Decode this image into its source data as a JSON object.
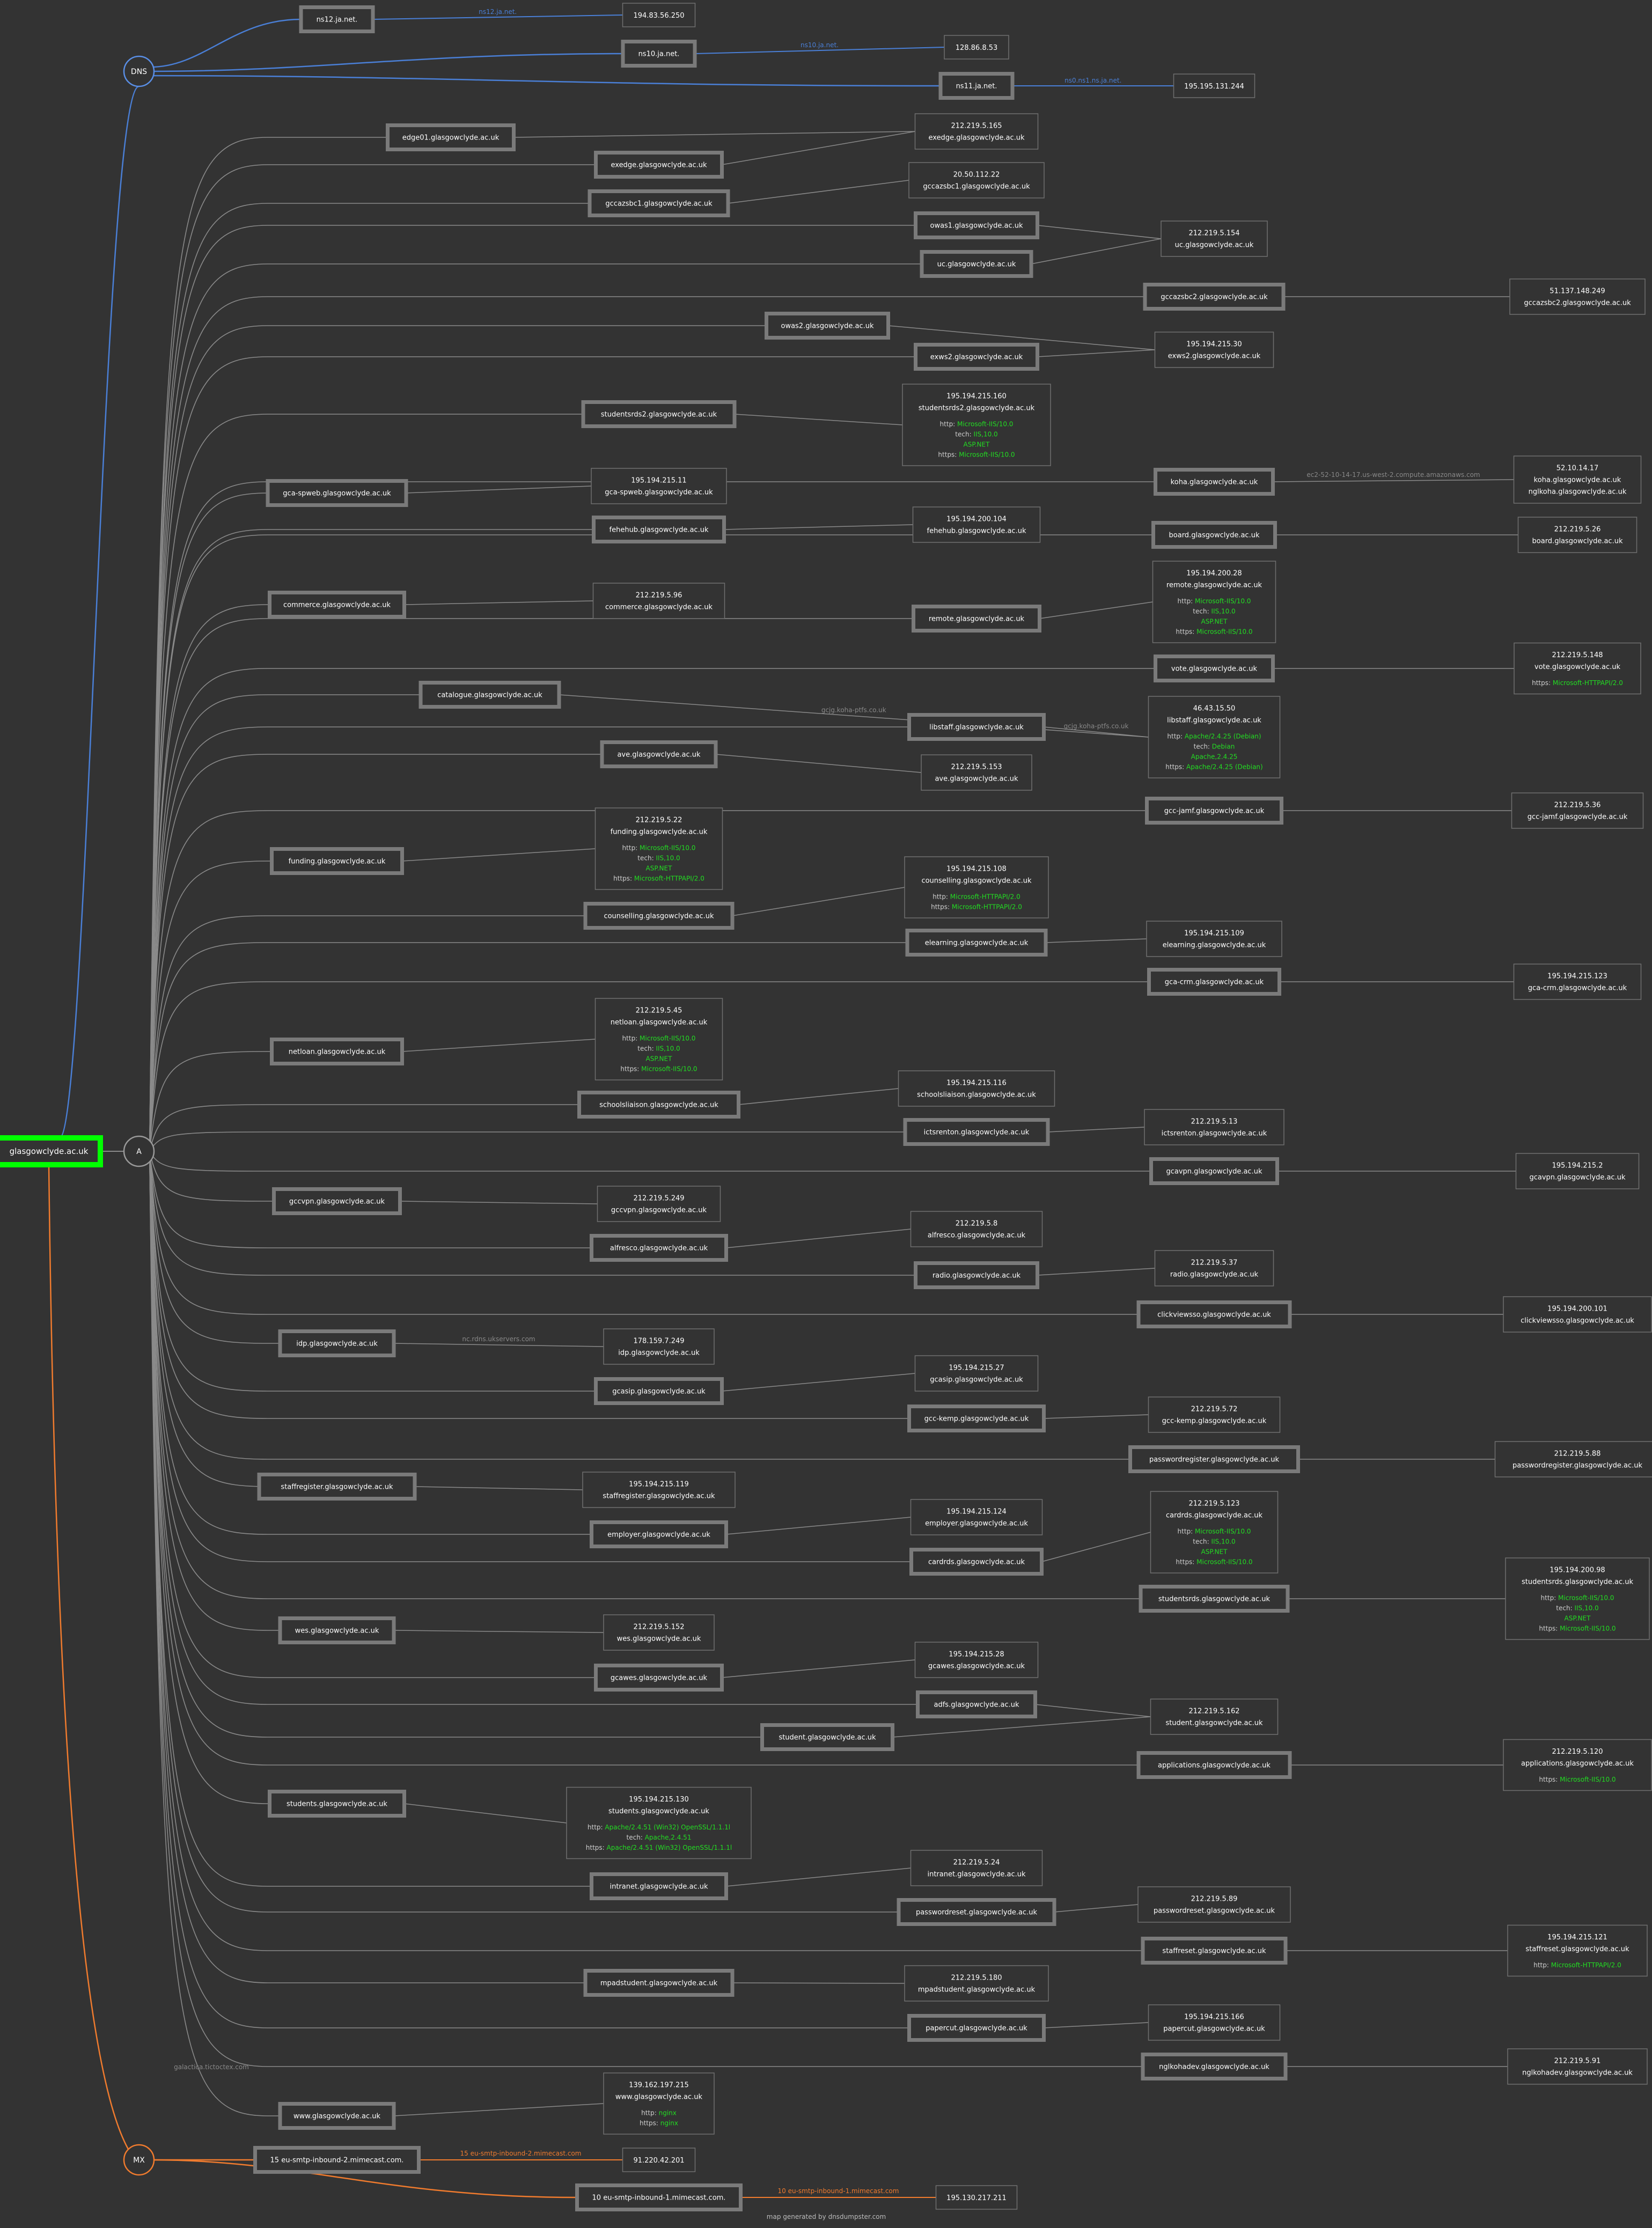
{
  "root": {
    "label": "glasgowclyde.ac.uk"
  },
  "hubs": {
    "dns": "DNS",
    "a": "A",
    "mx": "MX"
  },
  "footer": "map generated by dnsdumpster.com",
  "colors": {
    "background": "#333333",
    "root_border": "#00ff00",
    "dns_edges": "#4a7fd6",
    "mx_edges": "#f07b2e",
    "a_edges": "#8a8a8a",
    "box_border": "#777777",
    "banner_text": "#22dd22",
    "edge_label": "#888888"
  },
  "nameservers": [
    {
      "host": "ns12.ja.net.",
      "edge": "ns12.ja.net.",
      "ip": "194.83.56.250"
    },
    {
      "host": "ns10.ja.net.",
      "edge": "ns10.ja.net.",
      "ip": "128.86.8.53"
    },
    {
      "host": "ns11.ja.net.",
      "edge": "ns0.ns1.ns.ja.net.",
      "ip": "195.195.131.244"
    }
  ],
  "mail": [
    {
      "host": "15 eu-smtp-inbound-2.mimecast.com.",
      "edge": "15 eu-smtp-inbound-2.mimecast.com",
      "ip": "91.220.42.201"
    },
    {
      "host": "10 eu-smtp-inbound-1.mimecast.com.",
      "edge": "10 eu-smtp-inbound-1.mimecast.com",
      "ip": "195.130.217.211"
    }
  ],
  "edge_labels": {
    "koha": "ec2-52-10-14-17.us-west-2.compute.amazonaws.com",
    "catalogue": "gcjg.koha-ptfs.co.uk",
    "libstaff": "gcjg.koha-ptfs.co.uk",
    "idp": "nc.rdns.ukservers.com",
    "galactica": "galactica.tictoctex.com"
  },
  "hosts": [
    {
      "id": "edge01",
      "label": "edge01.glasgowclyde.ac.uk"
    },
    {
      "id": "exedge",
      "label": "exedge.glasgowclyde.ac.uk"
    },
    {
      "id": "gccazsbc1",
      "label": "gccazsbc1.glasgowclyde.ac.uk"
    },
    {
      "id": "owas1",
      "label": "owas1.glasgowclyde.ac.uk"
    },
    {
      "id": "uc",
      "label": "uc.glasgowclyde.ac.uk"
    },
    {
      "id": "gccazsbc2",
      "label": "gccazsbc2.glasgowclyde.ac.uk"
    },
    {
      "id": "owas2",
      "label": "owas2.glasgowclyde.ac.uk"
    },
    {
      "id": "exws2",
      "label": "exws2.glasgowclyde.ac.uk"
    },
    {
      "id": "studentsrds2",
      "label": "studentsrds2.glasgowclyde.ac.uk"
    },
    {
      "id": "koha",
      "label": "koha.glasgowclyde.ac.uk"
    },
    {
      "id": "gcaspweb",
      "label": "gca-spweb.glasgowclyde.ac.uk"
    },
    {
      "id": "fehehub",
      "label": "fehehub.glasgowclyde.ac.uk"
    },
    {
      "id": "board",
      "label": "board.glasgowclyde.ac.uk"
    },
    {
      "id": "commerce",
      "label": "commerce.glasgowclyde.ac.uk"
    },
    {
      "id": "remote",
      "label": "remote.glasgowclyde.ac.uk"
    },
    {
      "id": "vote",
      "label": "vote.glasgowclyde.ac.uk"
    },
    {
      "id": "catalogue",
      "label": "catalogue.glasgowclyde.ac.uk"
    },
    {
      "id": "libstaff",
      "label": "libstaff.glasgowclyde.ac.uk"
    },
    {
      "id": "ave",
      "label": "ave.glasgowclyde.ac.uk"
    },
    {
      "id": "gccjamf",
      "label": "gcc-jamf.glasgowclyde.ac.uk"
    },
    {
      "id": "funding",
      "label": "funding.glasgowclyde.ac.uk"
    },
    {
      "id": "counselling",
      "label": "counselling.glasgowclyde.ac.uk"
    },
    {
      "id": "elearning",
      "label": "elearning.glasgowclyde.ac.uk"
    },
    {
      "id": "gcacrm",
      "label": "gca-crm.glasgowclyde.ac.uk"
    },
    {
      "id": "netloan",
      "label": "netloan.glasgowclyde.ac.uk"
    },
    {
      "id": "schoolsliaison",
      "label": "schoolsliaison.glasgowclyde.ac.uk"
    },
    {
      "id": "ictsrenton",
      "label": "ictsrenton.glasgowclyde.ac.uk"
    },
    {
      "id": "gcavpn",
      "label": "gcavpn.glasgowclyde.ac.uk"
    },
    {
      "id": "gccvpn",
      "label": "gccvpn.glasgowclyde.ac.uk"
    },
    {
      "id": "alfresco",
      "label": "alfresco.glasgowclyde.ac.uk"
    },
    {
      "id": "radio",
      "label": "radio.glasgowclyde.ac.uk"
    },
    {
      "id": "clickviewsso",
      "label": "clickviewsso.glasgowclyde.ac.uk"
    },
    {
      "id": "idp",
      "label": "idp.glasgowclyde.ac.uk"
    },
    {
      "id": "gcasip",
      "label": "gcasip.glasgowclyde.ac.uk"
    },
    {
      "id": "gcckemp",
      "label": "gcc-kemp.glasgowclyde.ac.uk"
    },
    {
      "id": "passwordregister",
      "label": "passwordregister.glasgowclyde.ac.uk"
    },
    {
      "id": "staffregister",
      "label": "staffregister.glasgowclyde.ac.uk"
    },
    {
      "id": "employer",
      "label": "employer.glasgowclyde.ac.uk"
    },
    {
      "id": "cardrds",
      "label": "cardrds.glasgowclyde.ac.uk"
    },
    {
      "id": "studentsrds",
      "label": "studentsrds.glasgowclyde.ac.uk"
    },
    {
      "id": "wes",
      "label": "wes.glasgowclyde.ac.uk"
    },
    {
      "id": "gcawes",
      "label": "gcawes.glasgowclyde.ac.uk"
    },
    {
      "id": "adfs",
      "label": "adfs.glasgowclyde.ac.uk"
    },
    {
      "id": "student",
      "label": "student.glasgowclyde.ac.uk"
    },
    {
      "id": "applications",
      "label": "applications.glasgowclyde.ac.uk"
    },
    {
      "id": "students",
      "label": "students.glasgowclyde.ac.uk"
    },
    {
      "id": "intranet",
      "label": "intranet.glasgowclyde.ac.uk"
    },
    {
      "id": "passwordreset",
      "label": "passwordreset.glasgowclyde.ac.uk"
    },
    {
      "id": "staffreset",
      "label": "staffreset.glasgowclyde.ac.uk"
    },
    {
      "id": "mpadstudent",
      "label": "mpadstudent.glasgowclyde.ac.uk"
    },
    {
      "id": "papercut",
      "label": "papercut.glasgowclyde.ac.uk"
    },
    {
      "id": "nglkohadev",
      "label": "nglkohadev.glasgowclyde.ac.uk"
    },
    {
      "id": "www",
      "label": "www.glasgowclyde.ac.uk"
    }
  ],
  "ips": [
    {
      "id": "ip_exedge",
      "ip": "212.219.5.165",
      "name": "exedge.glasgowclyde.ac.uk"
    },
    {
      "id": "ip_gccazsbc1",
      "ip": "20.50.112.22",
      "name": "gccazsbc1.glasgowclyde.ac.uk"
    },
    {
      "id": "ip_uc",
      "ip": "212.219.5.154",
      "name": "uc.glasgowclyde.ac.uk"
    },
    {
      "id": "ip_gccazsbc2",
      "ip": "51.137.148.249",
      "name": "gccazsbc2.glasgowclyde.ac.uk"
    },
    {
      "id": "ip_exws2",
      "ip": "195.194.215.30",
      "name": "exws2.glasgowclyde.ac.uk"
    },
    {
      "id": "ip_studentsrds2",
      "ip": "195.194.215.160",
      "name": "studentsrds2.glasgowclyde.ac.uk",
      "banners": [
        {
          "k": "http:",
          "v": "Microsoft-IIS/10.0"
        },
        {
          "k": "tech:",
          "v": "IIS,10.0"
        },
        {
          "k": "",
          "v": "ASP.NET"
        },
        {
          "k": "https:",
          "v": "Microsoft-IIS/10.0"
        }
      ]
    },
    {
      "id": "ip_koha",
      "ip": "52.10.14.17",
      "name": "koha.glasgowclyde.ac.uk",
      "name2": "nglkoha.glasgowclyde.ac.uk"
    },
    {
      "id": "ip_gcaspweb",
      "ip": "195.194.215.11",
      "name": "gca-spweb.glasgowclyde.ac.uk"
    },
    {
      "id": "ip_fehehub",
      "ip": "195.194.200.104",
      "name": "fehehub.glasgowclyde.ac.uk"
    },
    {
      "id": "ip_board",
      "ip": "212.219.5.26",
      "name": "board.glasgowclyde.ac.uk"
    },
    {
      "id": "ip_commerce",
      "ip": "212.219.5.96",
      "name": "commerce.glasgowclyde.ac.uk"
    },
    {
      "id": "ip_remote",
      "ip": "195.194.200.28",
      "name": "remote.glasgowclyde.ac.uk",
      "banners": [
        {
          "k": "http:",
          "v": "Microsoft-IIS/10.0"
        },
        {
          "k": "tech:",
          "v": "IIS,10.0"
        },
        {
          "k": "",
          "v": "ASP.NET"
        },
        {
          "k": "https:",
          "v": "Microsoft-IIS/10.0"
        }
      ]
    },
    {
      "id": "ip_vote",
      "ip": "212.219.5.148",
      "name": "vote.glasgowclyde.ac.uk",
      "banners": [
        {
          "k": "https:",
          "v": "Microsoft-HTTPAPI/2.0"
        }
      ]
    },
    {
      "id": "ip_libstaff",
      "ip": "46.43.15.50",
      "name": "libstaff.glasgowclyde.ac.uk",
      "banners": [
        {
          "k": "http:",
          "v": "Apache/2.4.25 (Debian)"
        },
        {
          "k": "tech:",
          "v": "Debian"
        },
        {
          "k": "",
          "v": "Apache,2.4.25"
        },
        {
          "k": "https:",
          "v": "Apache/2.4.25 (Debian)"
        }
      ]
    },
    {
      "id": "ip_ave",
      "ip": "212.219.5.153",
      "name": "ave.glasgowclyde.ac.uk"
    },
    {
      "id": "ip_gccjamf",
      "ip": "212.219.5.36",
      "name": "gcc-jamf.glasgowclyde.ac.uk"
    },
    {
      "id": "ip_funding",
      "ip": "212.219.5.22",
      "name": "funding.glasgowclyde.ac.uk",
      "banners": [
        {
          "k": "http:",
          "v": "Microsoft-IIS/10.0"
        },
        {
          "k": "tech:",
          "v": "IIS,10.0"
        },
        {
          "k": "",
          "v": "ASP.NET"
        },
        {
          "k": "https:",
          "v": "Microsoft-HTTPAPI/2.0"
        }
      ]
    },
    {
      "id": "ip_counselling",
      "ip": "195.194.215.108",
      "name": "counselling.glasgowclyde.ac.uk",
      "banners": [
        {
          "k": "http:",
          "v": "Microsoft-HTTPAPI/2.0"
        },
        {
          "k": "https:",
          "v": "Microsoft-HTTPAPI/2.0"
        }
      ]
    },
    {
      "id": "ip_elearning",
      "ip": "195.194.215.109",
      "name": "elearning.glasgowclyde.ac.uk"
    },
    {
      "id": "ip_gcacrm",
      "ip": "195.194.215.123",
      "name": "gca-crm.glasgowclyde.ac.uk"
    },
    {
      "id": "ip_netloan",
      "ip": "212.219.5.45",
      "name": "netloan.glasgowclyde.ac.uk",
      "banners": [
        {
          "k": "http:",
          "v": "Microsoft-IIS/10.0"
        },
        {
          "k": "tech:",
          "v": "IIS,10.0"
        },
        {
          "k": "",
          "v": "ASP.NET"
        },
        {
          "k": "https:",
          "v": "Microsoft-IIS/10.0"
        }
      ]
    },
    {
      "id": "ip_schoolsliaison",
      "ip": "195.194.215.116",
      "name": "schoolsliaison.glasgowclyde.ac.uk"
    },
    {
      "id": "ip_ictsrenton",
      "ip": "212.219.5.13",
      "name": "ictsrenton.glasgowclyde.ac.uk"
    },
    {
      "id": "ip_gcavpn",
      "ip": "195.194.215.2",
      "name": "gcavpn.glasgowclyde.ac.uk"
    },
    {
      "id": "ip_gccvpn",
      "ip": "212.219.5.249",
      "name": "gccvpn.glasgowclyde.ac.uk"
    },
    {
      "id": "ip_alfresco",
      "ip": "212.219.5.8",
      "name": "alfresco.glasgowclyde.ac.uk"
    },
    {
      "id": "ip_radio",
      "ip": "212.219.5.37",
      "name": "radio.glasgowclyde.ac.uk"
    },
    {
      "id": "ip_clickviewsso",
      "ip": "195.194.200.101",
      "name": "clickviewsso.glasgowclyde.ac.uk"
    },
    {
      "id": "ip_idp",
      "ip": "178.159.7.249",
      "name": "idp.glasgowclyde.ac.uk"
    },
    {
      "id": "ip_gcasip",
      "ip": "195.194.215.27",
      "name": "gcasip.glasgowclyde.ac.uk"
    },
    {
      "id": "ip_gcckemp",
      "ip": "212.219.5.72",
      "name": "gcc-kemp.glasgowclyde.ac.uk"
    },
    {
      "id": "ip_passwordregister",
      "ip": "212.219.5.88",
      "name": "passwordregister.glasgowclyde.ac.uk"
    },
    {
      "id": "ip_staffregister",
      "ip": "195.194.215.119",
      "name": "staffregister.glasgowclyde.ac.uk"
    },
    {
      "id": "ip_employer",
      "ip": "195.194.215.124",
      "name": "employer.glasgowclyde.ac.uk"
    },
    {
      "id": "ip_cardrds",
      "ip": "212.219.5.123",
      "name": "cardrds.glasgowclyde.ac.uk",
      "banners": [
        {
          "k": "http:",
          "v": "Microsoft-IIS/10.0"
        },
        {
          "k": "tech:",
          "v": "IIS,10.0"
        },
        {
          "k": "",
          "v": "ASP.NET"
        },
        {
          "k": "https:",
          "v": "Microsoft-IIS/10.0"
        }
      ]
    },
    {
      "id": "ip_studentsrds",
      "ip": "195.194.200.98",
      "name": "studentsrds.glasgowclyde.ac.uk",
      "banners": [
        {
          "k": "http:",
          "v": "Microsoft-IIS/10.0"
        },
        {
          "k": "tech:",
          "v": "IIS,10.0"
        },
        {
          "k": "",
          "v": "ASP.NET"
        },
        {
          "k": "https:",
          "v": "Microsoft-IIS/10.0"
        }
      ]
    },
    {
      "id": "ip_wes",
      "ip": "212.219.5.152",
      "name": "wes.glasgowclyde.ac.uk"
    },
    {
      "id": "ip_gcawes",
      "ip": "195.194.215.28",
      "name": "gcawes.glasgowclyde.ac.uk"
    },
    {
      "id": "ip_student",
      "ip": "212.219.5.162",
      "name": "student.glasgowclyde.ac.uk"
    },
    {
      "id": "ip_applications",
      "ip": "212.219.5.120",
      "name": "applications.glasgowclyde.ac.uk",
      "banners": [
        {
          "k": "https:",
          "v": "Microsoft-IIS/10.0"
        }
      ]
    },
    {
      "id": "ip_students",
      "ip": "195.194.215.130",
      "name": "students.glasgowclyde.ac.uk",
      "banners": [
        {
          "k": "http:",
          "v": "Apache/2.4.51 (Win32) OpenSSL/1.1.1l"
        },
        {
          "k": "tech:",
          "v": "Apache,2.4.51"
        },
        {
          "k": "https:",
          "v": "Apache/2.4.51 (Win32) OpenSSL/1.1.1l"
        }
      ]
    },
    {
      "id": "ip_intranet",
      "ip": "212.219.5.24",
      "name": "intranet.glasgowclyde.ac.uk"
    },
    {
      "id": "ip_passwordreset",
      "ip": "212.219.5.89",
      "name": "passwordreset.glasgowclyde.ac.uk"
    },
    {
      "id": "ip_staffreset",
      "ip": "195.194.215.121",
      "name": "staffreset.glasgowclyde.ac.uk",
      "banners": [
        {
          "k": "http:",
          "v": "Microsoft-HTTPAPI/2.0"
        }
      ]
    },
    {
      "id": "ip_mpadstudent",
      "ip": "212.219.5.180",
      "name": "mpadstudent.glasgowclyde.ac.uk"
    },
    {
      "id": "ip_papercut",
      "ip": "195.194.215.166",
      "name": "papercut.glasgowclyde.ac.uk"
    },
    {
      "id": "ip_nglkohadev",
      "ip": "212.219.5.91",
      "name": "nglkohadev.glasgowclyde.ac.uk"
    },
    {
      "id": "ip_www",
      "ip": "139.162.197.215",
      "name": "www.glasgowclyde.ac.uk",
      "banners": [
        {
          "k": "http:",
          "v": "nginx"
        },
        {
          "k": "https:",
          "v": "nginx"
        }
      ]
    }
  ]
}
